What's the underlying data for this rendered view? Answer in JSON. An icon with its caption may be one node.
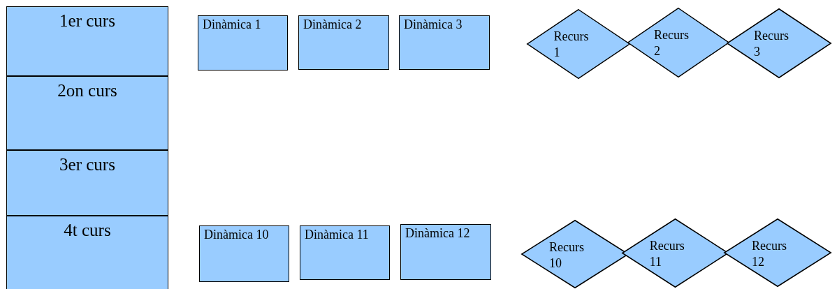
{
  "diagram": {
    "nodes": [
      {
        "text": [
          "1er curs"
        ]
      },
      {
        "text": [
          "2on curs"
        ]
      },
      {
        "text": [
          "3er curs"
        ]
      },
      {
        "text": [
          "4t curs"
        ]
      },
      {
        "text": [
          "Dinàmica 1"
        ]
      },
      {
        "text": [
          "Dinàmica 2"
        ]
      },
      {
        "text": [
          "Dinàmica 3"
        ]
      },
      {
        "text": [
          "Recurs 1"
        ]
      },
      {
        "text": [
          "Recurs 2"
        ]
      },
      {
        "text": [
          "Recurs 3"
        ]
      },
      {
        "text": [
          "Dinàmica 10"
        ]
      },
      {
        "text": [
          "Dinàmica 11"
        ]
      },
      {
        "text": [
          "Dinàmica 12"
        ]
      },
      {
        "text": [
          "Recurs 10"
        ]
      },
      {
        "text": [
          "Recurs 11"
        ]
      },
      {
        "text": [
          "Recurs 12"
        ]
      }
    ],
    "edges": []
  }
}
